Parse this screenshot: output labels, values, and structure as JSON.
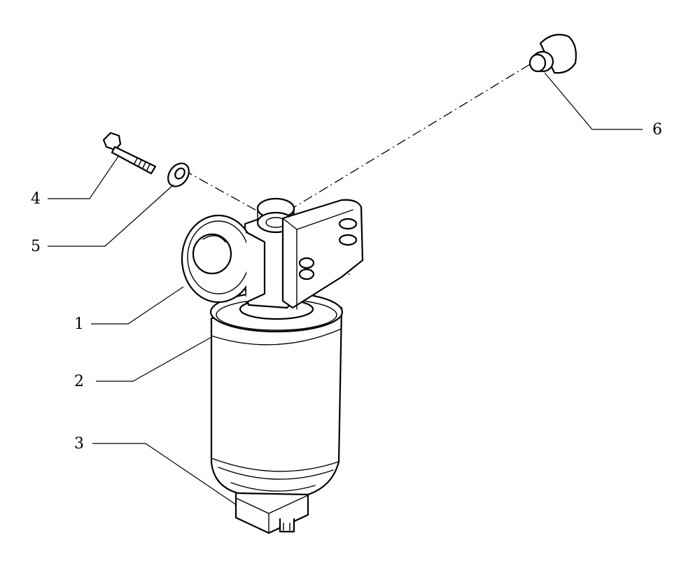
{
  "diagram": {
    "type": "exploded-parts-view",
    "callouts": [
      {
        "number": "1",
        "part": "filter-head"
      },
      {
        "number": "2",
        "part": "filter-cartridge"
      },
      {
        "number": "3",
        "part": "drain-valve"
      },
      {
        "number": "4",
        "part": "bolt"
      },
      {
        "number": "5",
        "part": "washer"
      },
      {
        "number": "6",
        "part": "plug"
      }
    ]
  }
}
